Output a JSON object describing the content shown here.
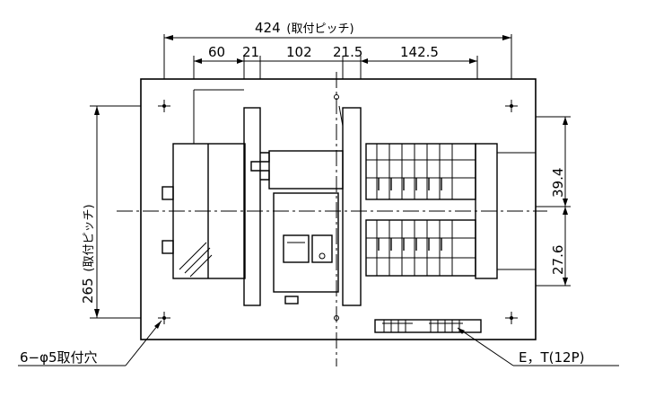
{
  "dimensions": {
    "overall_width": "424",
    "pitch_note": "(取付ピッチ)",
    "seg_60": "60",
    "seg_21": "21",
    "seg_102": "102",
    "seg_21_5": "21.5",
    "seg_142_5": "142.5",
    "overall_height": "265",
    "right_39_4": "39.4",
    "right_27_6": "27.6"
  },
  "callouts": {
    "mounting_holes": "6−φ5取付穴",
    "terminal": "E，T(12P)"
  },
  "colors": {
    "line": "#000000",
    "background": "#ffffff"
  }
}
